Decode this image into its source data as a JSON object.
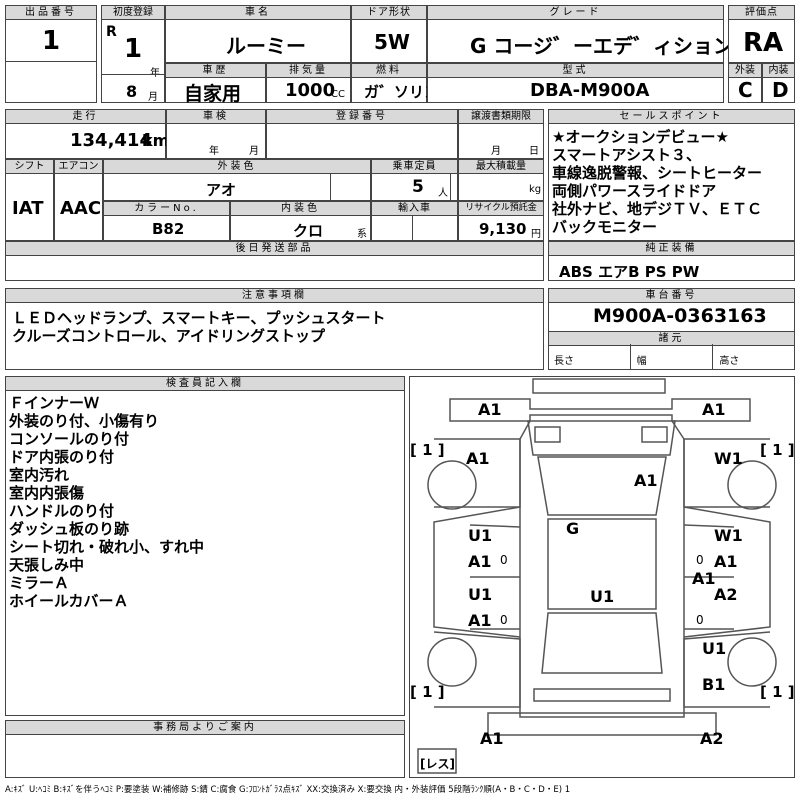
{
  "headers": {
    "lot_no": "出品番号",
    "first_reg": "初度登録",
    "car_name": "車名",
    "door": "ドア形状",
    "grade": "グレード",
    "score": "評価点",
    "history": "車歴",
    "displacement": "排気量",
    "fuel": "燃料",
    "model_code": "型式",
    "exterior": "外装",
    "interior": "内装",
    "mileage": "走行",
    "inspection": "車検",
    "reg_no": "登録番号",
    "transfer_deadline": "譲渡書類期限",
    "sales_point": "セールスポイント",
    "shift": "シフト",
    "aircon": "エアコン",
    "ext_color": "外装色",
    "capacity": "乗車定員",
    "max_load": "最大積載量",
    "color_no": "カラーNo.",
    "int_color": "内装色",
    "import": "輸入車",
    "recycle": "リサイクル預託金",
    "later_parts": "後日発送部品",
    "genuine": "純正装備",
    "notice": "注意事項欄",
    "chassis": "車台番号",
    "specs": "諸元",
    "inspector": "検査員記入欄",
    "office": "事務局よりご案内"
  },
  "vehicle": {
    "lot_no": "1",
    "era": "R",
    "year": "1",
    "year_unit": "年",
    "month": "8",
    "month_unit": "月",
    "car_name": "ルーミー",
    "door": "5W",
    "grade": "G コージ゛ーエデ゛ィション",
    "score": "RA",
    "history": "自家用",
    "displacement": "1000",
    "cc_unit": "CC",
    "fuel": "ガ゛ソリン",
    "model_code": "DBA-M900A",
    "exterior": "C",
    "interior": "D",
    "mileage": "134,414",
    "mileage_unit": "km",
    "insp_year": "年",
    "insp_month": "月",
    "transfer_month": "月",
    "transfer_day": "日",
    "shift": "IAT",
    "aircon": "AAC",
    "ext_color": "アオ",
    "capacity": "5",
    "capacity_unit": "人",
    "max_load_unit": "kg",
    "color_no": "B82",
    "int_color": "クロ",
    "int_color_unit": "系",
    "recycle": "9,130",
    "recycle_unit": "円",
    "chassis": "M900A-0363163",
    "spec_length": "長さ",
    "spec_width": "幅",
    "spec_height": "高さ"
  },
  "sales_points": [
    "★オークションデビュー★",
    "スマートアシスト３、",
    "車線逸脱警報、シートヒーター",
    "両側パワースライドドア",
    "社外ナビ、地デジＴＶ、ＥＴＣ",
    "バックモニター"
  ],
  "genuine_equipment": "ABS エアB PS PW",
  "notices": [
    "ＬＥＤヘッドランプ、スマートキー、プッシュスタート",
    "クルーズコントロール、アイドリングストップ"
  ],
  "inspector_notes": [
    "ＦインナーＷ",
    "外装のり付、小傷有り",
    "コンソールのり付",
    "ドア内張のり付",
    "室内汚れ",
    "室内内張傷",
    "ハンドルのり付",
    "ダッシュ板のり跡",
    "シート切れ・破れ小、すれ中",
    "天張しみ中",
    "ミラーＡ",
    "ホイールカバーＡ"
  ],
  "diagram_marks": {
    "front_left": "A1",
    "front_right": "A1",
    "tire_fl": "[ 1 ]",
    "tire_fr": "[ 1 ]",
    "tire_rl": "[ 1 ]",
    "tire_rr": "[ 1 ]",
    "fender_l": "A1",
    "fender_r": "W1",
    "hood": "A1",
    "roof": "G",
    "door_fl_top": "U1",
    "door_fl_bot": "A1",
    "door_fr_top": "W1",
    "door_fr_bot": "A1",
    "center_right": "A1",
    "door_rl_top": "U1",
    "door_rl_bot": "A1",
    "door_rr": "A2",
    "rear_center": "U1",
    "rear_fender_r_top": "U1",
    "rear_fender_r_bot": "B1",
    "rear_left": "A1",
    "rear_right": "A2",
    "spare": "[レス]",
    "zero_1": "0",
    "zero_2": "0",
    "zero_3": "0",
    "zero_4": "0"
  },
  "legend": "A:ｷｽﾞ U:ﾍｺﾐ B:ｷｽﾞを伴うﾍｺﾐ P:要塗装 W:補修跡 S:錆 C:腐食 G:ﾌﾛﾝﾄｶﾞﾗｽ点ｷｽﾞ XX:交換済み X:要交換 内・外装評価 5段階ﾗﾝｸ順(A・B・C・D・E) 1"
}
